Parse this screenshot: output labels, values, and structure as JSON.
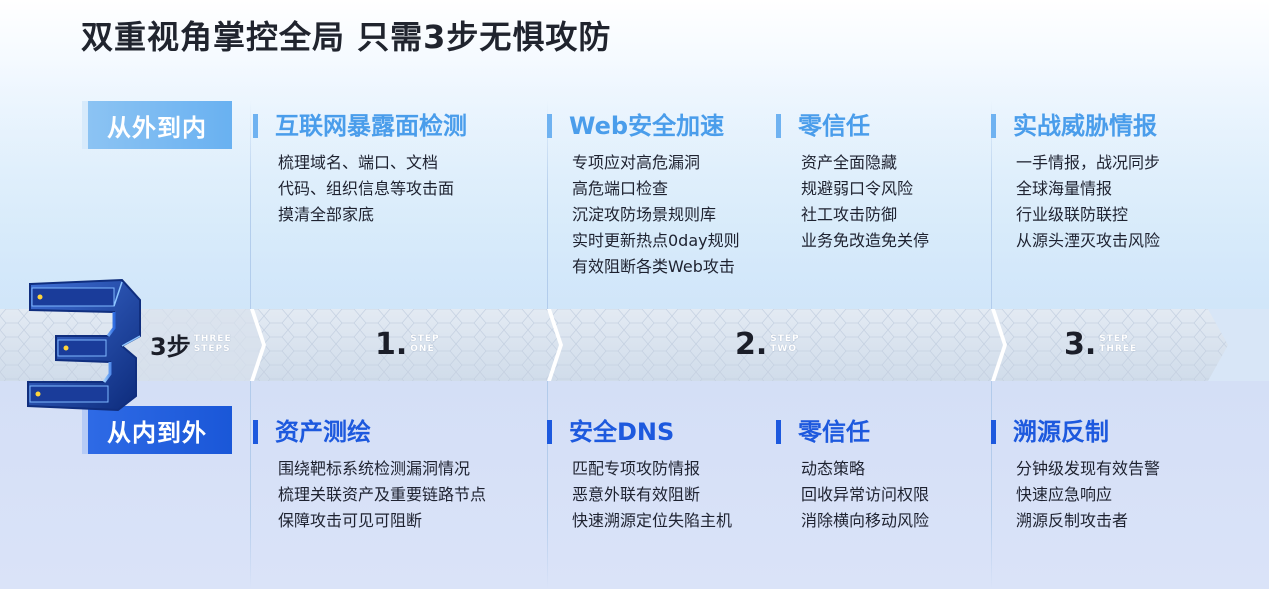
{
  "title": "双重视角掌控全局 只需3步无惧攻防",
  "top_section": {
    "label": "从外到内",
    "columns": [
      {
        "heading": "互联网暴露面检测",
        "items": [
          "梳理域名、端口、文档",
          "代码、组织信息等攻击面",
          "摸清全部家底"
        ]
      },
      {
        "heading": "Web安全加速",
        "items": [
          "专项应对高危漏洞",
          "高危端口检查",
          "沉淀攻防场景规则库",
          "实时更新热点0day规则",
          "有效阻断各类Web攻击"
        ]
      },
      {
        "heading": "零信任",
        "items": [
          "资产全面隐藏",
          "规避弱口令风险",
          "社工攻击防御",
          "业务免改造免关停"
        ]
      },
      {
        "heading": "实战威胁情报",
        "items": [
          "一手情报，战况同步",
          "全球海量情报",
          "行业级联防联控",
          "从源头湮灭攻击风险"
        ]
      }
    ]
  },
  "steps_band": {
    "intro": {
      "num": "3步",
      "sub_line1": "THREE",
      "sub_line2": "STEPS"
    },
    "steps": [
      {
        "num": "1",
        "sub_line1": "STEP",
        "sub_line2": "ONE"
      },
      {
        "num": "2",
        "sub_line1": "STEP",
        "sub_line2": "TWO"
      },
      {
        "num": "3",
        "sub_line1": "STEP",
        "sub_line2": "THREE"
      }
    ]
  },
  "bottom_section": {
    "label": "从内到外",
    "columns": [
      {
        "heading": "资产测绘",
        "items": [
          "围绕靶标系统检测漏洞情况",
          "梳理关联资产及重要链路节点",
          "保障攻击可见可阻断"
        ]
      },
      {
        "heading": "安全DNS",
        "items": [
          "匹配专项攻防情报",
          "恶意外联有效阻断",
          "快速溯源定位失陷主机"
        ]
      },
      {
        "heading": "零信任",
        "items": [
          "动态策略",
          "回收异常访问权限",
          "消除横向移动风险"
        ]
      },
      {
        "heading": "溯源反制",
        "items": [
          "分钟级发现有效告警",
          "快速应急响应",
          "溯源反制攻击者"
        ]
      }
    ]
  },
  "colors": {
    "top_accent": "#6fb2f1",
    "bottom_accent": "#1d59de",
    "title_text": "#20242e"
  },
  "icons": {
    "logo": "3d-number-three-icon"
  }
}
